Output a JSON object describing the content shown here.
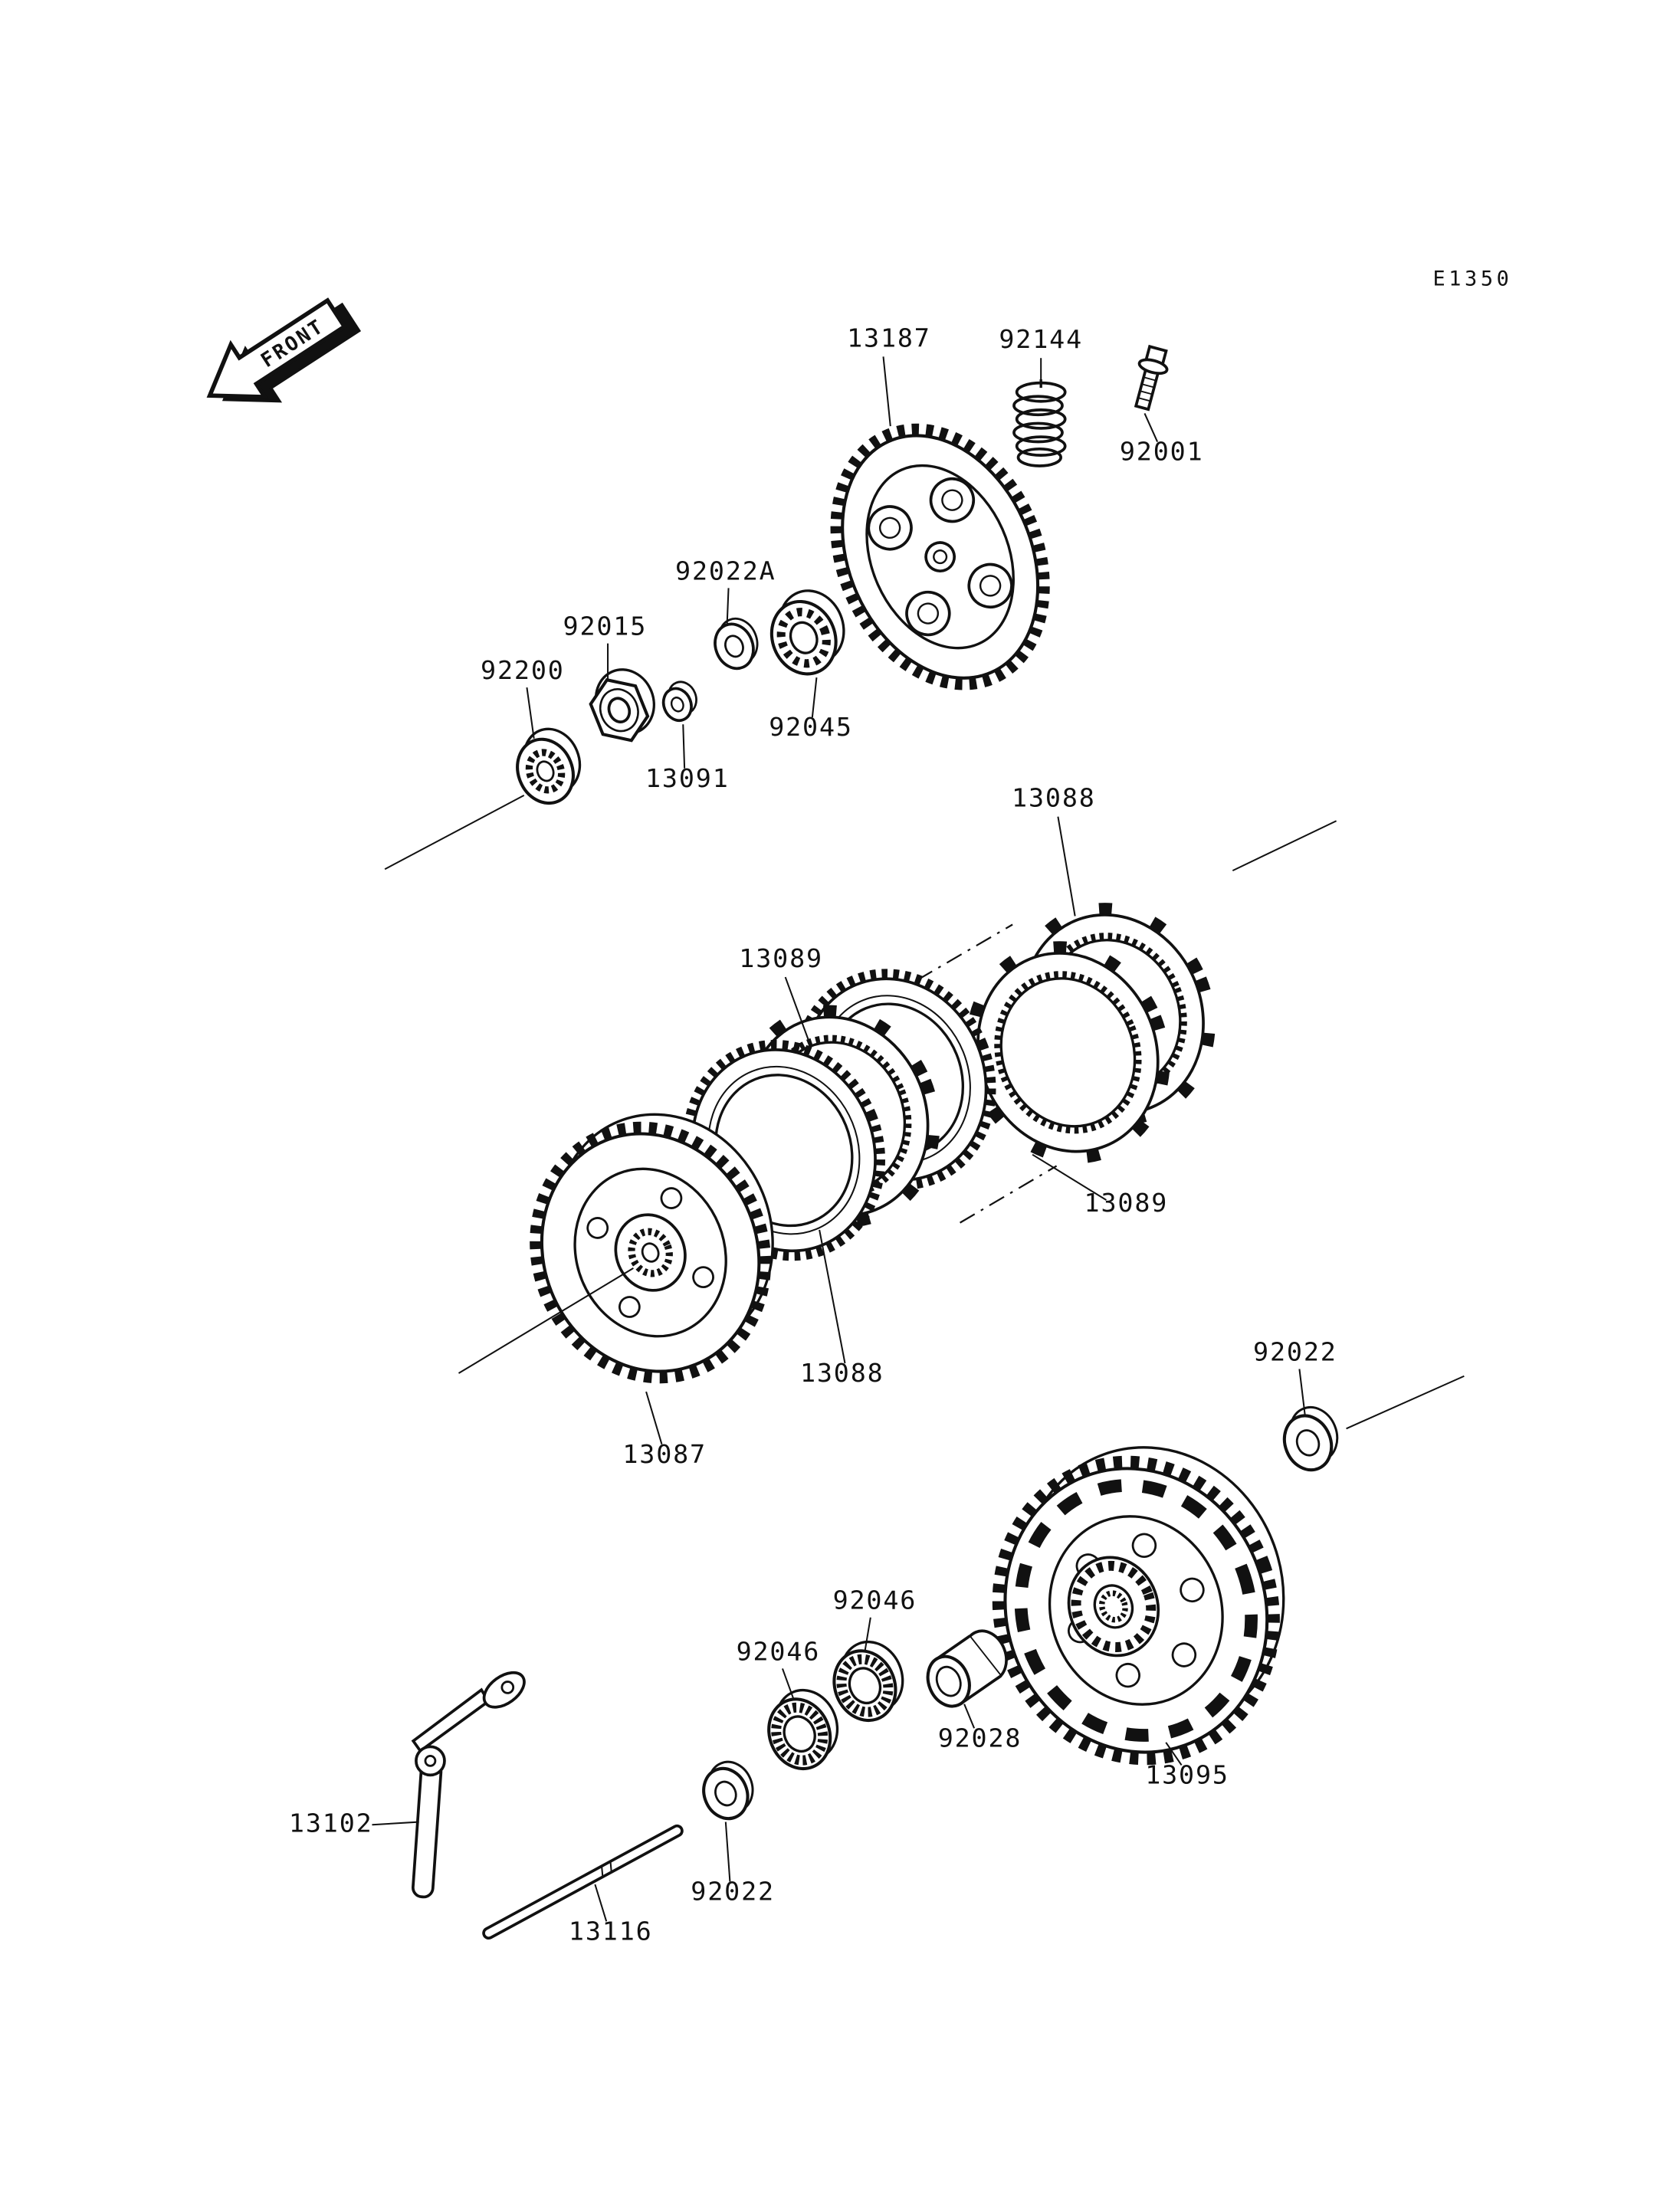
{
  "page": {
    "diagram_code": "E1350",
    "front_marker": "FRONT",
    "ink_color": "#111111",
    "background_color": "#ffffff"
  },
  "labels": {
    "p13187": "13187",
    "p92144": "92144",
    "p92001": "92001",
    "p92022a": "92022A",
    "p92015": "92015",
    "p92200": "92200",
    "p92045": "92045",
    "p13091": "13091",
    "p13088_top": "13088",
    "p13089_left": "13089",
    "p13089_right": "13089",
    "p13088_mid": "13088",
    "p13087": "13087",
    "p92022_right": "92022",
    "p92046_upper": "92046",
    "p92046_lower": "92046",
    "p92028": "92028",
    "p13095": "13095",
    "p13102": "13102",
    "p92022_lower": "92022",
    "p13116": "13116"
  }
}
